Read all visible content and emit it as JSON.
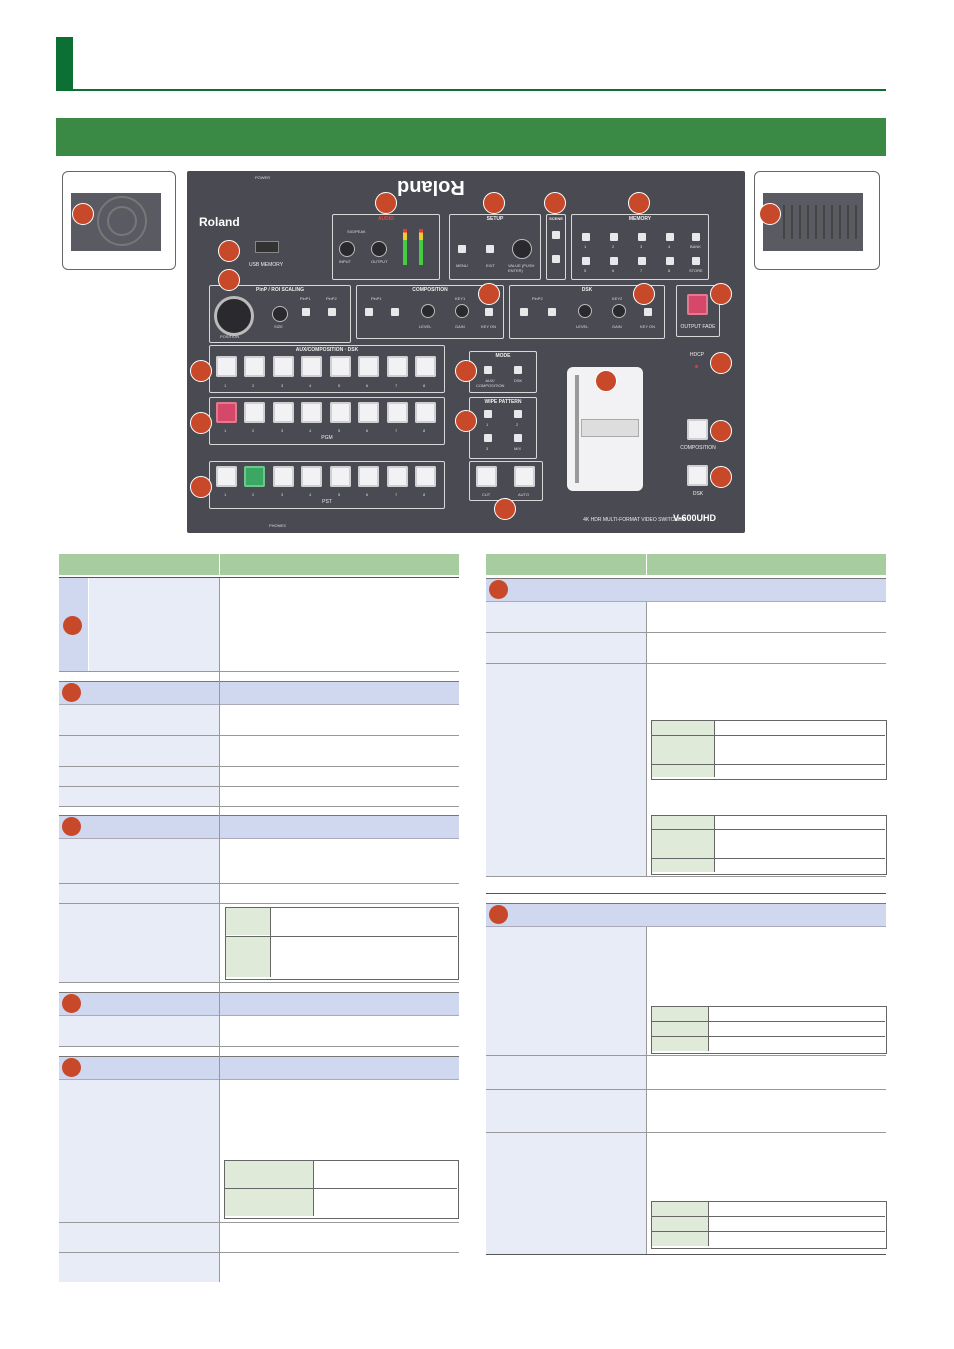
{
  "device": {
    "brand": "Roland",
    "model": "V-600UHD",
    "model_subtitle": "4K HDR MULTI-FORMAT VIDEO SWITCHER",
    "power_label": "POWER",
    "phones_label": "PHONES",
    "usb_memory_label": "USB MEMORY",
    "audio": {
      "title": "AUDIO",
      "level_label": "SIG/PEAK",
      "input_label": "INPUT",
      "output_label": "OUTPUT"
    },
    "setup": {
      "title": "SETUP",
      "menu_label": "MENU",
      "exit_label": "EXIT",
      "value_label": "VALUE (PUSH ENTER)"
    },
    "scene_title": "SCENE",
    "memory": {
      "title": "MEMORY",
      "buttons": [
        "1",
        "2",
        "3",
        "4",
        "BANK",
        "5",
        "6",
        "7",
        "8",
        "STORE"
      ]
    },
    "pinp": {
      "title": "PinP / ROI SCALING",
      "pinp1": "PinP1",
      "pinp2": "PinP2",
      "size_label": "SIZE",
      "position_label": "POSITION"
    },
    "composition": {
      "title": "COMPOSITION",
      "pinp1": "PinP1",
      "key1": "KEY1",
      "level_label": "LEVEL",
      "gain_label": "GAIN",
      "key_on_label": "KEY ON"
    },
    "dsk": {
      "title": "DSK",
      "pinp2": "PinP2",
      "key2": "KEY2",
      "level_label": "LEVEL",
      "gain_label": "GAIN",
      "key_on_label": "KEY ON"
    },
    "output_fade_label": "OUTPUT FADE",
    "aux_row_title": "AUX/COMPOSITION · DSK",
    "pgm_row_title": "PGM",
    "pst_row_title": "PST",
    "row_numbers": [
      "1",
      "2",
      "3",
      "4",
      "5",
      "6",
      "7",
      "8"
    ],
    "mode": {
      "title": "MODE",
      "left": "AUX/ COMPOSITION",
      "right": "DSK"
    },
    "wipe": {
      "title": "WIPE PATTERN",
      "labels": [
        "1",
        "2",
        "3",
        "MIX"
      ]
    },
    "cut_label": "CUT",
    "auto_label": "AUTO",
    "hdcp_label": "HDCP",
    "composition_btn_label": "COMPOSITION",
    "dsk_btn_label": "DSK"
  },
  "colors": {
    "brand_green": "#0c7034",
    "section_green": "#3a8a45",
    "callout_red": "#c8492a",
    "table_header": "#a6cca0",
    "group_blue": "#cfd8ee",
    "pgm_lit": "#d6486a",
    "pst_lit": "#3aa862"
  }
}
